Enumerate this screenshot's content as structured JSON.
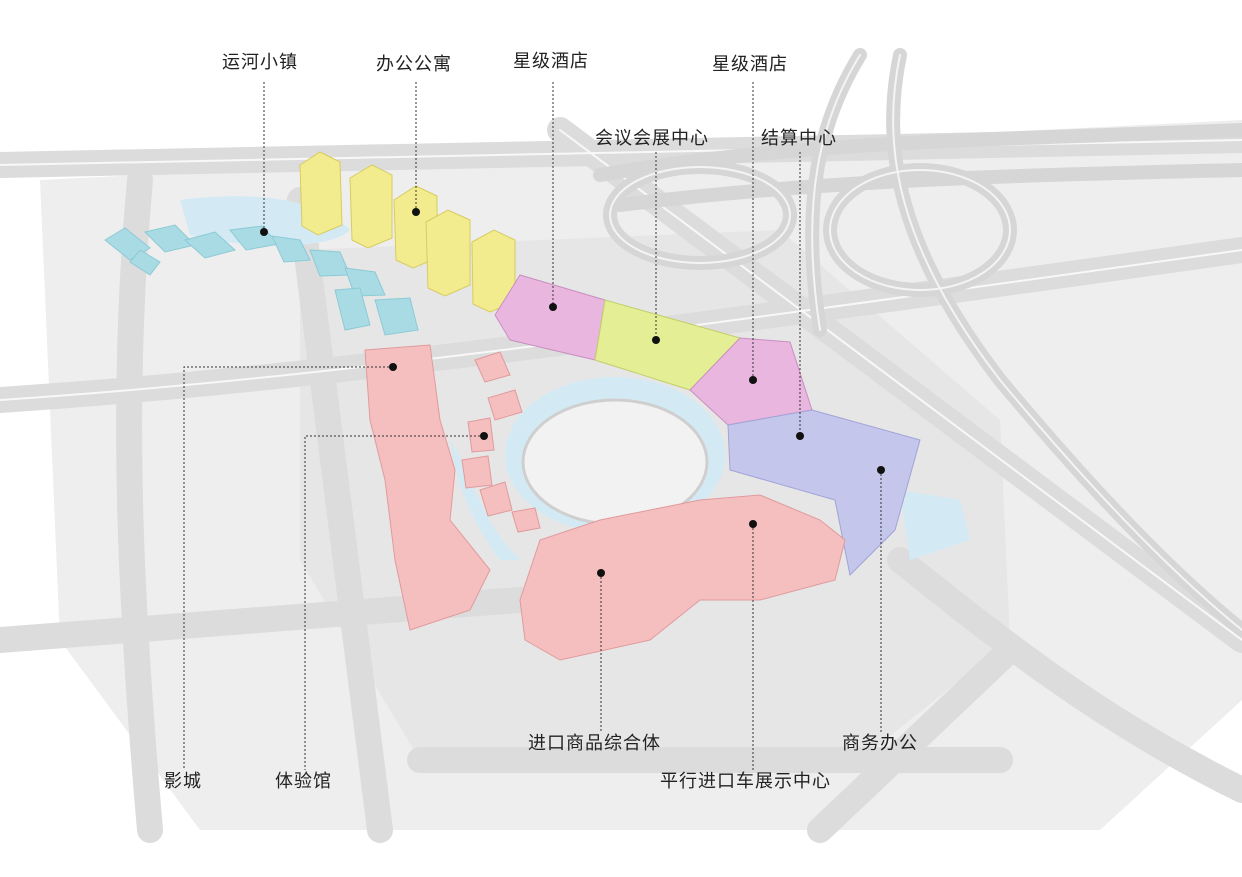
{
  "colors": {
    "background": "#ffffff",
    "ground": "#ececec",
    "road": "#dedede",
    "road_edge": "#f7f7f7",
    "retail_pink": "#f5bfc0",
    "canal_town_cyan": "#a9dbe4",
    "apartment_yellow": "#f3ec8e",
    "hotel_magenta": "#e9b6df",
    "convention_green": "#e3ee95",
    "office_lavender": "#c5c6ec",
    "water": "#cfe8f3"
  },
  "labels": {
    "canal_town": "运河小镇",
    "office_apartment": "办公公寓",
    "star_hotel_1": "星级酒店",
    "star_hotel_2": "星级酒店",
    "convention_center": "会议会展中心",
    "settlement_center": "结算中心",
    "cinema": "影城",
    "experience_hall": "体验馆",
    "import_goods_complex": "进口商品综合体",
    "parallel_import_car_center": "平行进口车展示中心",
    "business_office": "商务办公"
  }
}
